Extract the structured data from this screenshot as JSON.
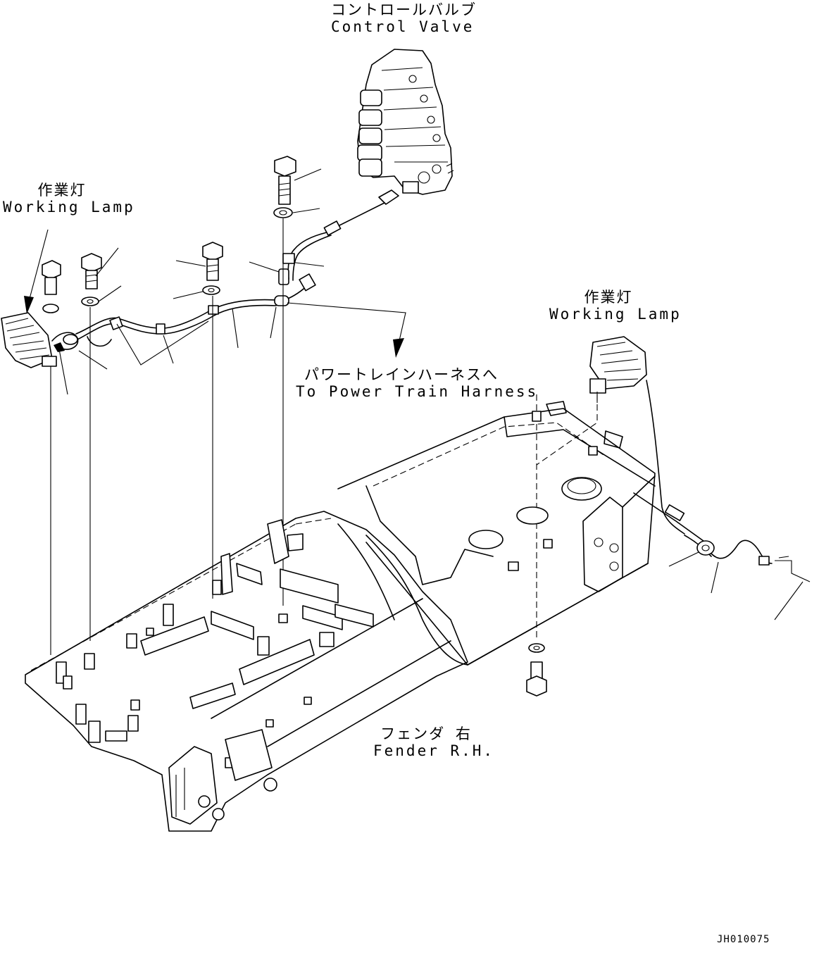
{
  "labels": {
    "control_valve": {
      "jp": "コントロールバルブ",
      "en": "Control Valve"
    },
    "working_lamp_left": {
      "jp": "作業灯",
      "en": "Working Lamp"
    },
    "working_lamp_right": {
      "jp": "作業灯",
      "en": "Working Lamp"
    },
    "power_train_harness": {
      "jp": "パワートレインハーネスへ",
      "en": "To Power Train Harness"
    },
    "fender": {
      "jp": "フェンダ 右",
      "en": "Fender R.H."
    }
  },
  "drawing_code": "JH010075"
}
